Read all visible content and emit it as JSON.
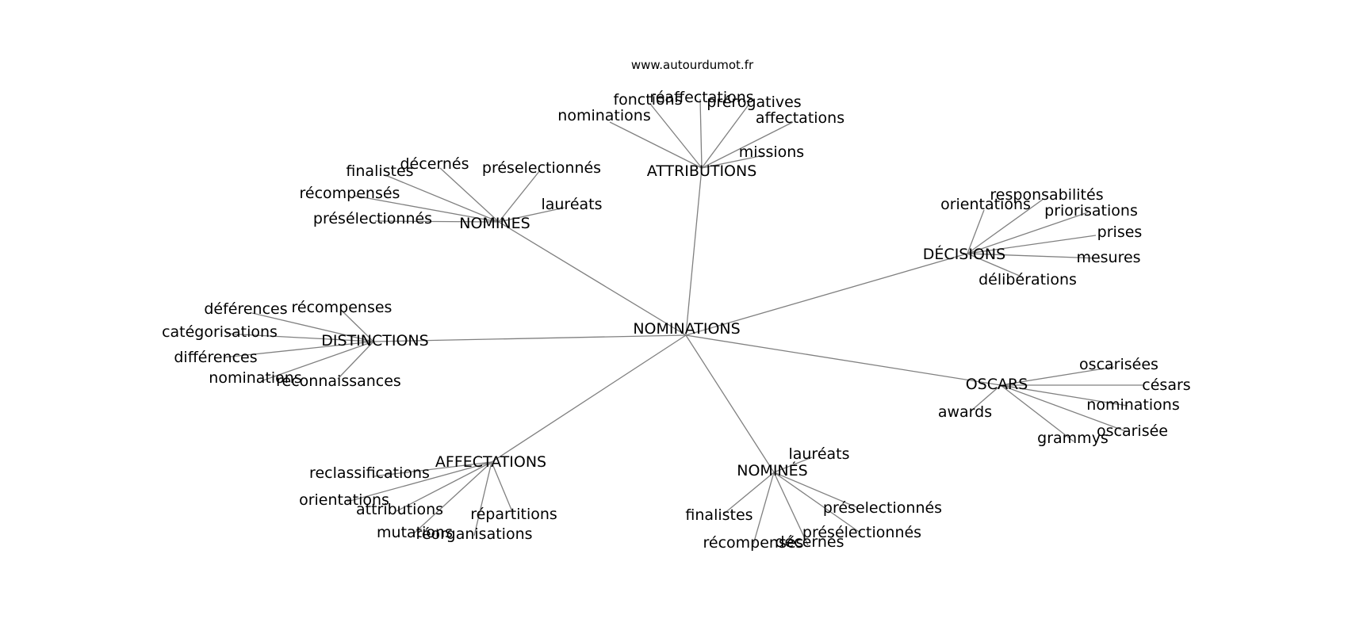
{
  "source": "www.autourdumot.fr",
  "center": "NOMINATIONS",
  "groups": [
    {
      "hub": "ATTRIBUTIONS",
      "leaves": [
        "nominations",
        "fonctions",
        "réaffectations",
        "prérogatives",
        "affectations",
        "missions"
      ]
    },
    {
      "hub": "NOMINES",
      "leaves": [
        "finalistes",
        "décernés",
        "préselectionnés",
        "récompensés",
        "lauréats",
        "présélectionnés"
      ]
    },
    {
      "hub": "DÉCISIONS",
      "leaves": [
        "orientations",
        "responsabilités",
        "priorisations",
        "prises",
        "mesures",
        "délibérations"
      ]
    },
    {
      "hub": "DISTINCTIONS",
      "leaves": [
        "déférences",
        "récompenses",
        "catégorisations",
        "différences",
        "nominations",
        "reconnaissances"
      ]
    },
    {
      "hub": "OSCARS",
      "leaves": [
        "oscarisées",
        "césars",
        "nominations",
        "oscarisée",
        "awards",
        "grammys"
      ]
    },
    {
      "hub": "AFFECTATIONS",
      "leaves": [
        "reclassifications",
        "orientations",
        "attributions",
        "mutations",
        "réorganisations",
        "répartitions"
      ]
    },
    {
      "hub": "NOMINÉS",
      "leaves": [
        "lauréats",
        "préselectionnés",
        "finalistes",
        "présélectionnés",
        "récompensés",
        "décernés"
      ]
    }
  ]
}
